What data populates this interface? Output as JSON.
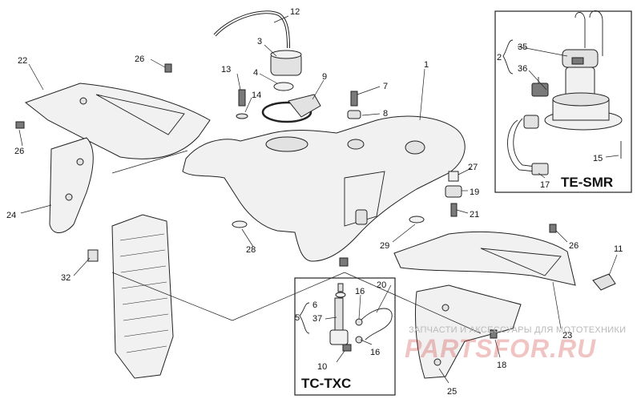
{
  "callouts": [
    {
      "id": "1",
      "label": "1"
    },
    {
      "id": "2",
      "label": "2"
    },
    {
      "id": "3",
      "label": "3"
    },
    {
      "id": "4",
      "label": "4"
    },
    {
      "id": "5",
      "label": "5"
    },
    {
      "id": "6",
      "label": "6"
    },
    {
      "id": "7",
      "label": "7"
    },
    {
      "id": "8",
      "label": "8"
    },
    {
      "id": "9",
      "label": "9"
    },
    {
      "id": "10",
      "label": "10"
    },
    {
      "id": "11",
      "label": "11"
    },
    {
      "id": "12",
      "label": "12"
    },
    {
      "id": "13",
      "label": "13"
    },
    {
      "id": "14",
      "label": "14"
    },
    {
      "id": "15",
      "label": "15"
    },
    {
      "id": "16a",
      "label": "16"
    },
    {
      "id": "16b",
      "label": "16"
    },
    {
      "id": "17",
      "label": "17"
    },
    {
      "id": "18",
      "label": "18"
    },
    {
      "id": "19",
      "label": "19"
    },
    {
      "id": "20",
      "label": "20"
    },
    {
      "id": "21",
      "label": "21"
    },
    {
      "id": "22",
      "label": "22"
    },
    {
      "id": "23",
      "label": "23"
    },
    {
      "id": "24",
      "label": "24"
    },
    {
      "id": "25",
      "label": "25"
    },
    {
      "id": "26a",
      "label": "26"
    },
    {
      "id": "26b",
      "label": "26"
    },
    {
      "id": "26c",
      "label": "26"
    },
    {
      "id": "27",
      "label": "27"
    },
    {
      "id": "28",
      "label": "28"
    },
    {
      "id": "29",
      "label": "29"
    },
    {
      "id": "32",
      "label": "32"
    },
    {
      "id": "35",
      "label": "35"
    },
    {
      "id": "36",
      "label": "36"
    },
    {
      "id": "37",
      "label": "37"
    }
  ],
  "insets": {
    "te_smr": "TE-SMR",
    "tc_txc": "TC-TXC"
  },
  "watermark": {
    "tagline": "ЗАПЧАСТИ И АКСЕССУАРЫ ДЛЯ МОТОТЕХНИКИ",
    "brand": "PARTSFOR.RU"
  }
}
